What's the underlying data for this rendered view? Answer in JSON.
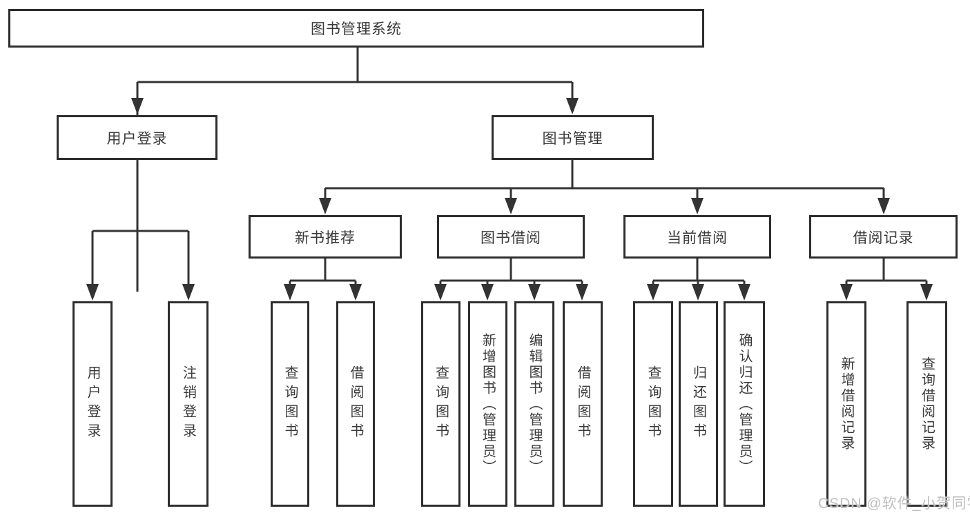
{
  "colors": {
    "line": "#333333",
    "box_border": "#2d2d2d",
    "text": "#3a3a3a",
    "watermark": "#bfbfbf",
    "background": "#ffffff"
  },
  "tree": {
    "label": "图书管理系统",
    "children": [
      {
        "label": "用户登录",
        "children": [
          {
            "label": "用户登录"
          },
          {
            "label": "注销登录"
          }
        ]
      },
      {
        "label": "图书管理",
        "children": [
          {
            "label": "新书推荐",
            "children": [
              {
                "label": "查询图书"
              },
              {
                "label": "借阅图书"
              }
            ]
          },
          {
            "label": "图书借阅",
            "children": [
              {
                "label": "查询图书"
              },
              {
                "label": "新增图书（管理员）"
              },
              {
                "label": "编辑图书（管理员）"
              },
              {
                "label": "借阅图书"
              }
            ]
          },
          {
            "label": "当前借阅",
            "children": [
              {
                "label": "查询图书"
              },
              {
                "label": "归还图书"
              },
              {
                "label": "确认归还（管理员）"
              }
            ]
          },
          {
            "label": "借阅记录",
            "children": [
              {
                "label": "新增借阅记录"
              },
              {
                "label": "查询借阅记录"
              }
            ]
          }
        ]
      }
    ]
  },
  "watermark": "CSDN @软件_小贺同学"
}
